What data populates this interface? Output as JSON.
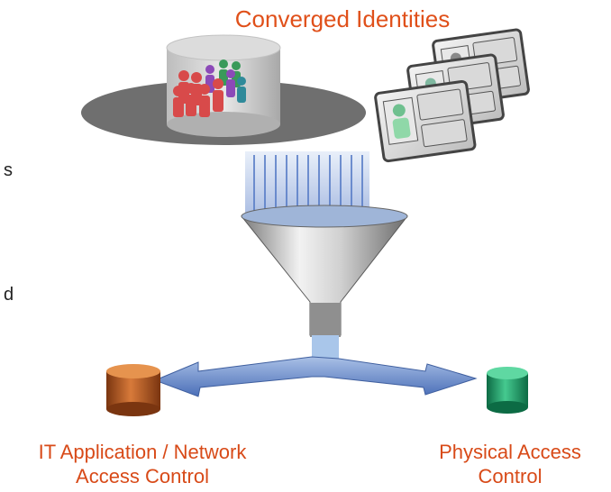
{
  "title": "Converged Identities",
  "edge_fragments": [
    "s",
    "d"
  ],
  "labels": {
    "left_line1": "IT Application / Network",
    "left_line2": "Access Control",
    "right_line1": "Physical Access",
    "right_line2": "Control"
  },
  "colors": {
    "title": "#e0501a",
    "labels": "#d84a18",
    "left_cylinder": "#b5561c",
    "right_cylinder": "#1f9a6a",
    "arrows": "#5f83c8"
  }
}
